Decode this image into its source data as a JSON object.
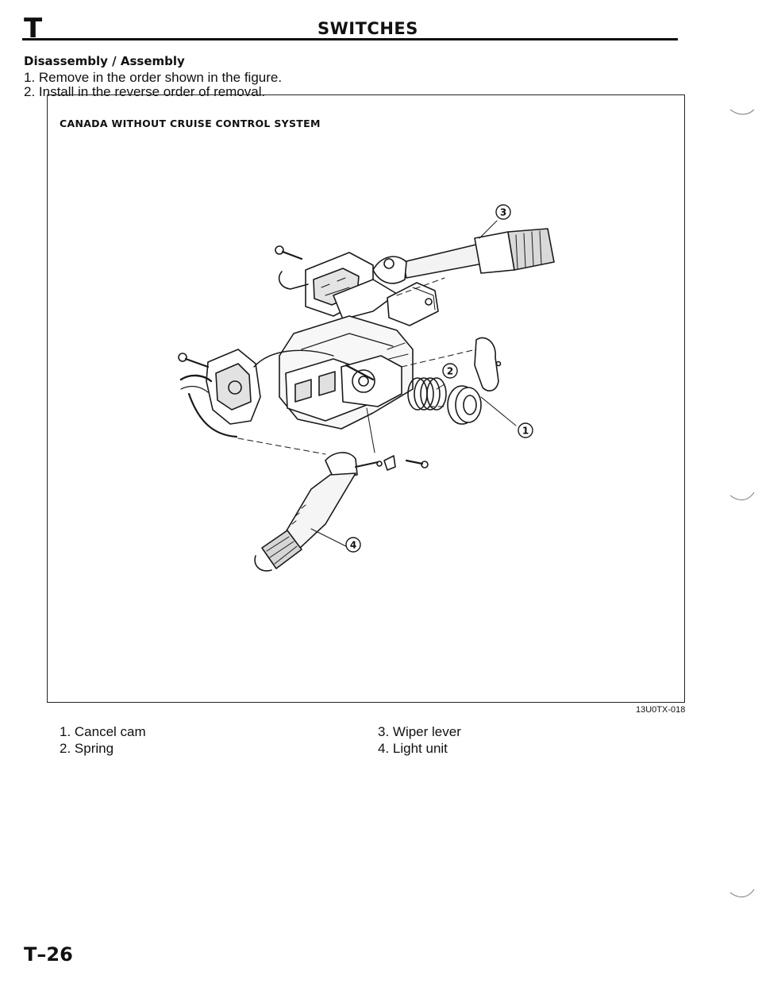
{
  "header": {
    "section_letter": "T",
    "title": "SWITCHES"
  },
  "procedure": {
    "heading": "Disassembly / Assembly",
    "steps": [
      "1. Remove in the order shown in the figure.",
      "2. Install in the reverse order of removal."
    ]
  },
  "figure": {
    "caption": "CANADA WITHOUT CRUISE CONTROL SYSTEM",
    "code": "13U0TX-018",
    "callouts": [
      "1",
      "2",
      "3",
      "4"
    ]
  },
  "parts": {
    "left": [
      "1. Cancel cam",
      "2. Spring"
    ],
    "right": [
      "3. Wiper lever",
      "4. Light unit"
    ]
  },
  "footer": {
    "page_number": "T–26"
  }
}
